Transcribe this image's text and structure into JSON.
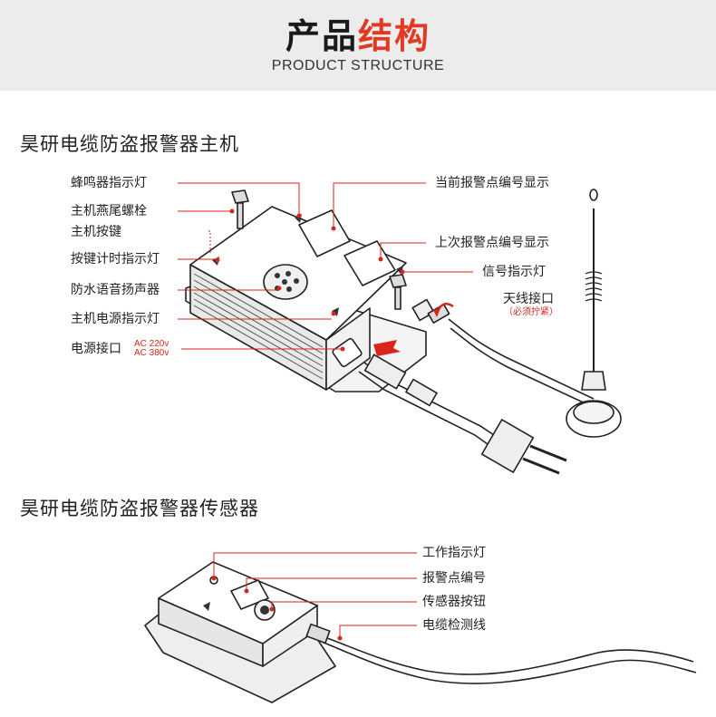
{
  "header": {
    "title_part1": "产品",
    "title_part2": "结构",
    "subtitle": "PRODUCT STRUCTURE"
  },
  "host": {
    "section_title": "昊研电缆防盗报警器主机",
    "left_labels": [
      "蜂鸣器指示灯",
      "主机燕尾螺栓",
      "主机按键",
      "按键计时指示灯",
      "防水语音扬声器",
      "主机电源指示灯",
      "电源接口"
    ],
    "power_specs": [
      "AC 220v",
      "AC 380v"
    ],
    "right_labels": [
      "当前报警点编号显示",
      "上次报警点编号显示",
      "信号指示灯",
      "天线接口"
    ],
    "antenna_note": "（必须拧紧）"
  },
  "sensor": {
    "section_title": "昊研电缆防盗报警器传感器",
    "right_labels": [
      "工作指示灯",
      "报警点编号",
      "传感器按钮",
      "电缆检测线"
    ]
  },
  "colors": {
    "accent_red": "#e03a24",
    "header_bg": "#ececec"
  }
}
